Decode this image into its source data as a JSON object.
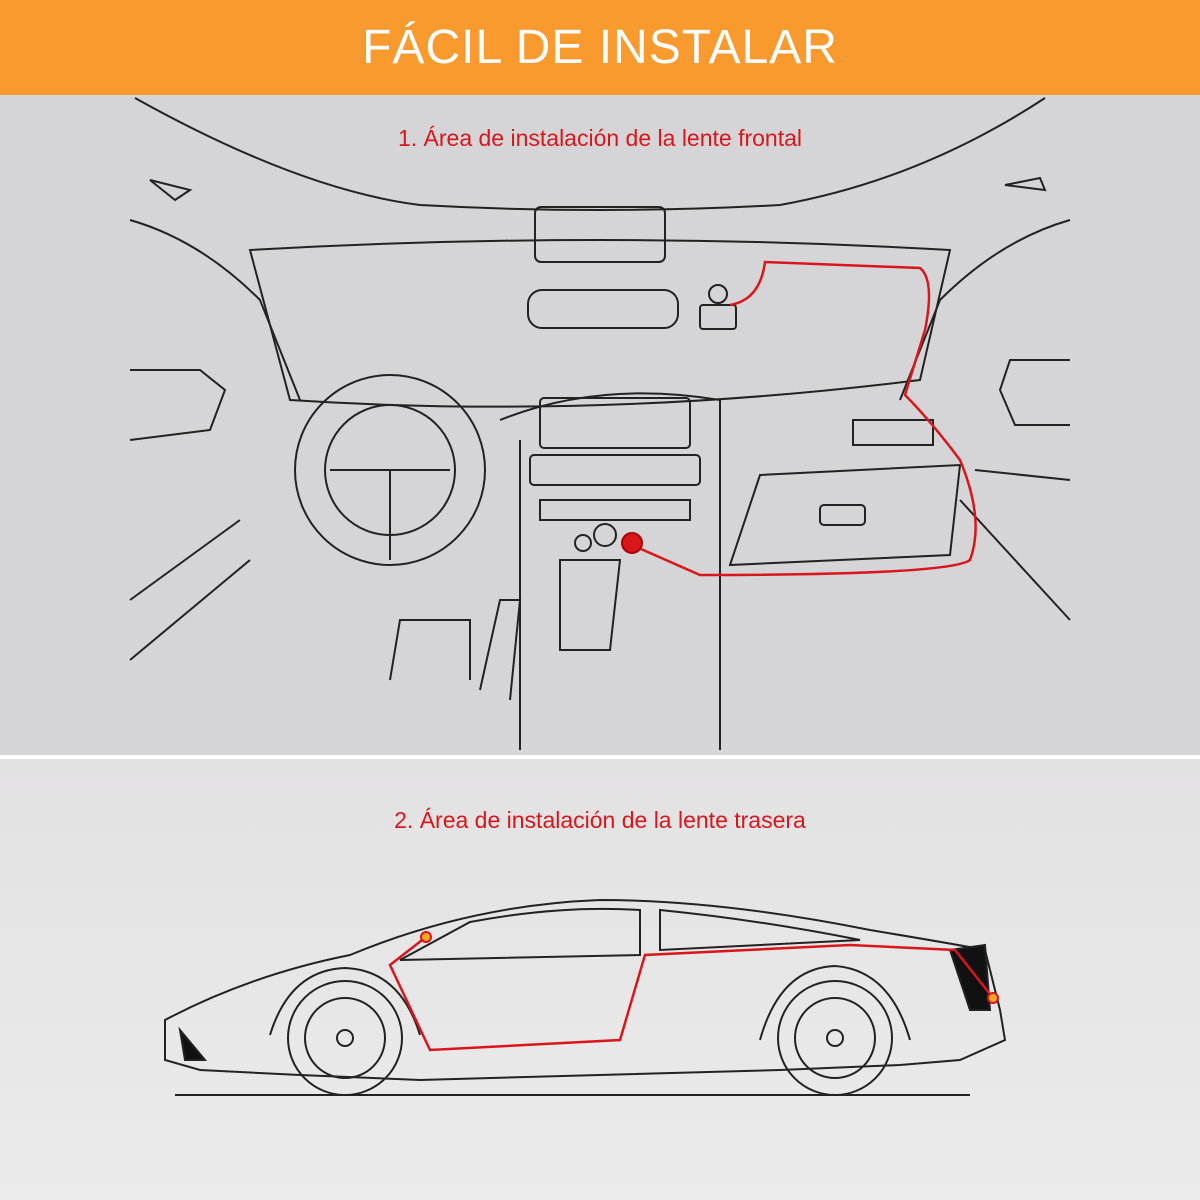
{
  "header": {
    "title": "FÁCIL DE INSTALAR"
  },
  "sections": [
    {
      "caption": "1. Área de instalación de la lente frontal"
    },
    {
      "caption": "2. Área de instalación de la lente trasera"
    }
  ],
  "colors": {
    "header": "#f99a2e",
    "caption": "#d9161c",
    "cable": "#d9161c",
    "marker": "#f5a623"
  }
}
